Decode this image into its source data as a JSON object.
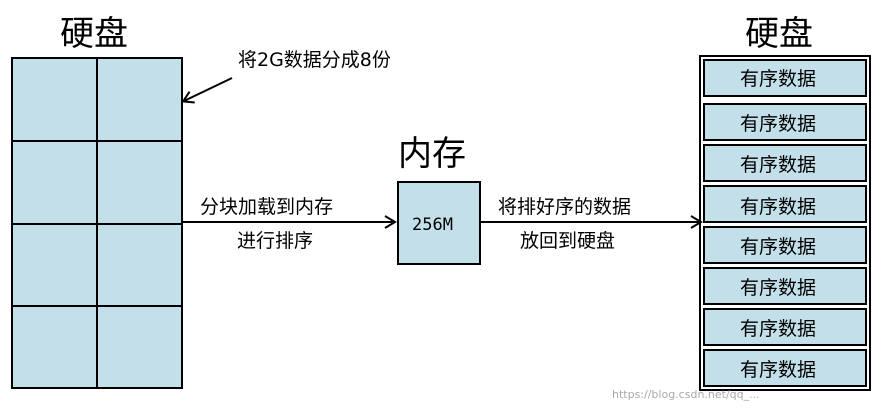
{
  "left_title": "硬盘",
  "memory_title": "内存",
  "right_title": "硬盘",
  "split_note": "将2G数据分成8份",
  "load_label_line1": "分块加载到内存",
  "load_label_line2": "进行排序",
  "memory_size": "256M",
  "write_label_line1": "将排好序的数据",
  "write_label_line2": "放回到硬盘",
  "sorted_blocks": [
    "有序数据",
    "有序数据",
    "有序数据",
    "有序数据",
    "有序数据",
    "有序数据",
    "有序数据",
    "有序数据"
  ],
  "watermark": "https://blog.csdn.net/qq_..."
}
